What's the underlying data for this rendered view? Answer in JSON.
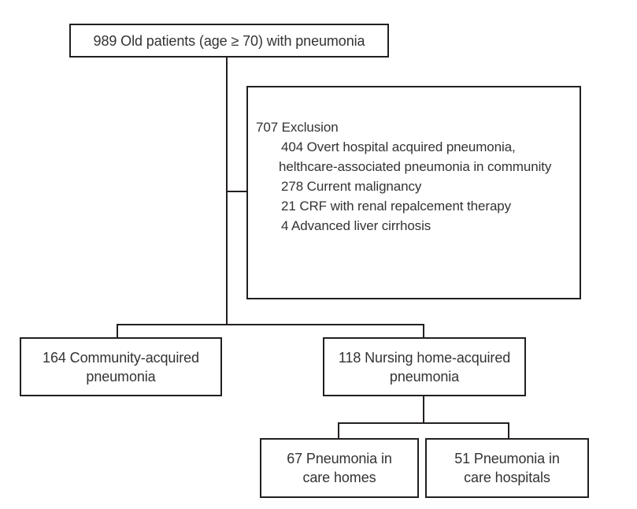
{
  "diagram": {
    "type": "patient-flow-diagram",
    "colors": {
      "background": "#ffffff",
      "border": "#231f20",
      "text": "#333333"
    },
    "top_box": {
      "text": "989 Old patients (age ≥ 70) with pneumonia"
    },
    "exclusion_box": {
      "title": "707 Exclusion",
      "items": [
        "404 Overt hospital acquired pneumonia,",
        "helthcare-associated pneumonia in community",
        "278 Current malignancy",
        "21 CRF with renal repalcement therapy",
        "4 Advanced liver cirrhosis"
      ]
    },
    "cap_box": {
      "line1": "164 Community-acquired",
      "line2": "pneumonia"
    },
    "nhap_box": {
      "line1": "118 Nursing home-acquired",
      "line2": "pneumonia"
    },
    "care_homes_box": {
      "line1": "67 Pneumonia in",
      "line2": "care homes"
    },
    "care_hospitals_box": {
      "line1": "51 Pneumonia in",
      "line2": "care hospitals"
    }
  }
}
